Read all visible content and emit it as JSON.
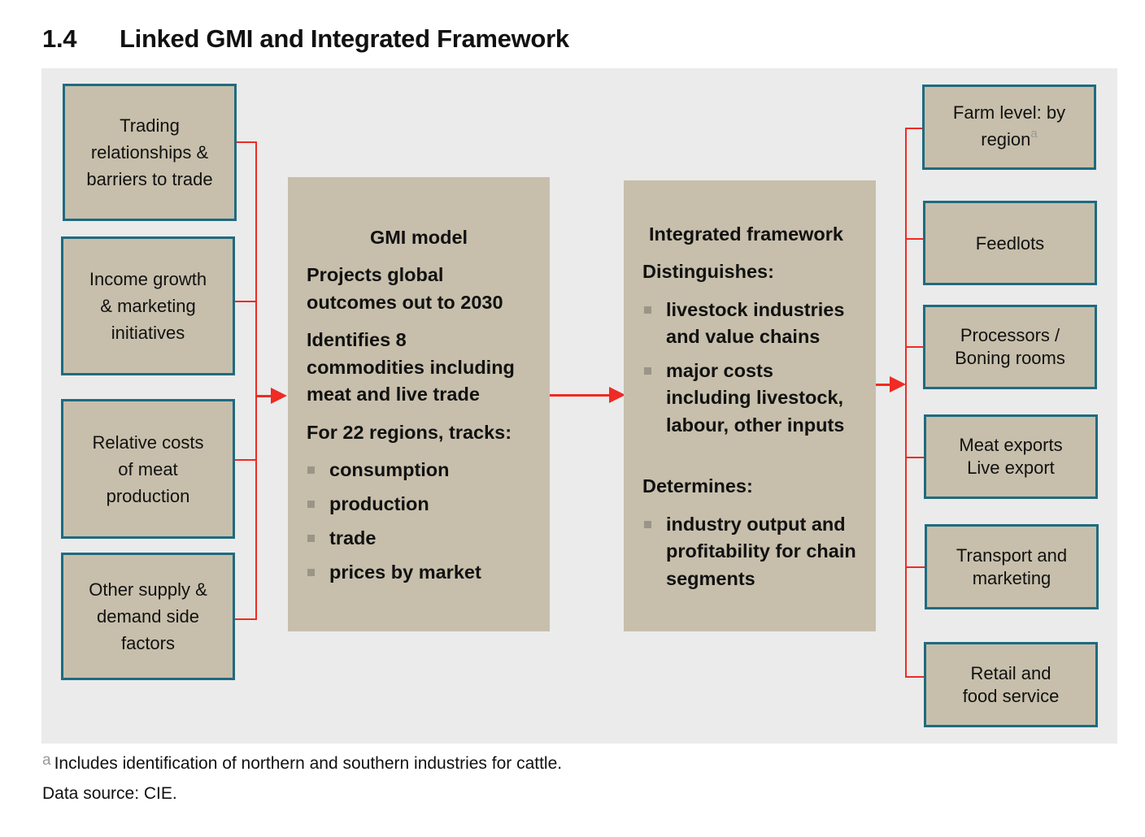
{
  "heading": {
    "number": "1.4",
    "title": "Linked GMI and Integrated Framework"
  },
  "left_inputs": [
    {
      "lines": [
        "Trading",
        "relationships &",
        "barriers to trade"
      ]
    },
    {
      "lines": [
        "Income growth",
        "& marketing",
        "initiatives"
      ]
    },
    {
      "lines": [
        "Relative costs",
        "of meat",
        "production"
      ]
    },
    {
      "lines": [
        "Other supply &",
        "demand side",
        "factors"
      ]
    }
  ],
  "gmi": {
    "title": "GMI model",
    "para1": [
      "Projects global",
      "outcomes out to 2030"
    ],
    "para2": [
      "Identifies 8",
      "commodities including",
      "meat and live trade"
    ],
    "para3": "For 22 regions, tracks:",
    "bullets": [
      "consumption",
      "production",
      "trade",
      "prices by market"
    ]
  },
  "integrated": {
    "title": "Integrated framework",
    "distinguishes_label": "Distinguishes:",
    "distinguishes": [
      [
        "livestock industries",
        "and value chains"
      ],
      [
        "major costs",
        "including livestock,",
        "labour, other inputs"
      ]
    ],
    "determines_label": "Determines:",
    "determines": [
      [
        "industry output and",
        "profitability for chain",
        "segments"
      ]
    ]
  },
  "outputs": [
    {
      "lines": [
        "Farm level: by",
        "region"
      ],
      "sup": "a"
    },
    {
      "lines": [
        "Feedlots"
      ]
    },
    {
      "lines": [
        "Processors /",
        "Boning rooms"
      ]
    },
    {
      "lines": [
        "Meat exports",
        "Live export"
      ]
    },
    {
      "lines": [
        "Transport and",
        "marketing"
      ]
    },
    {
      "lines": [
        "Retail and",
        "food service"
      ]
    }
  ],
  "footnote": {
    "marker": "a",
    "text": "Includes identification of northern and southern industries for cattle."
  },
  "source": "Data source: CIE.",
  "colors": {
    "box_fill": "#c7bfab",
    "box_border": "#1f6b80",
    "arrow": "#ee2b24",
    "panel": "#ebebeb"
  }
}
